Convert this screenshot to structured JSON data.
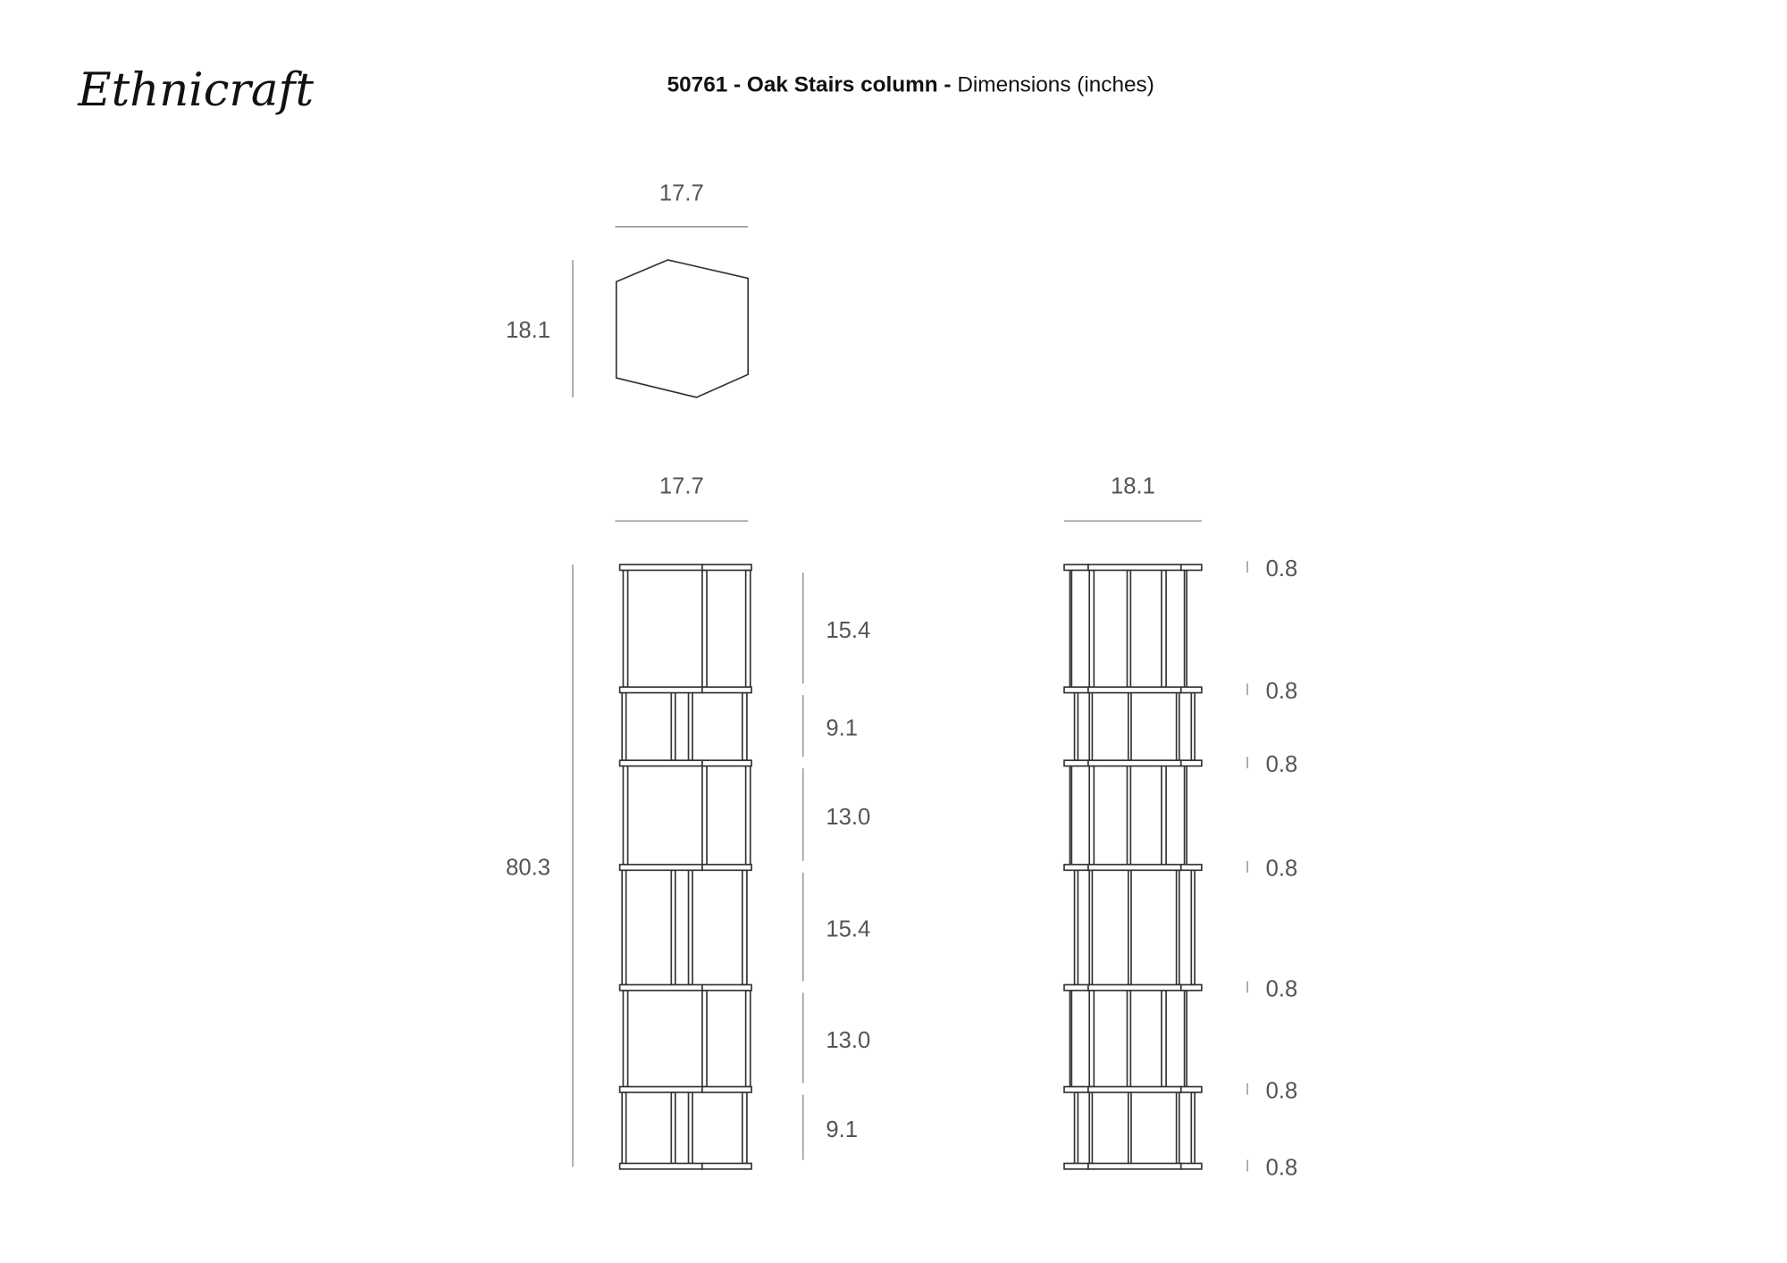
{
  "logo": {
    "brand": "Ethnicraft"
  },
  "header": {
    "title_bold": "50761 - Oak Stairs column -",
    "title_regular": " Dimensions (inches)"
  },
  "top_view": {
    "width": "17.7",
    "depth": "18.1"
  },
  "front_view": {
    "width": "17.7",
    "height": "80.3",
    "sections": [
      "15.4",
      "9.1",
      "13.0",
      "15.4",
      "13.0",
      "9.1"
    ]
  },
  "side_view": {
    "width": "18.1",
    "shelf_thickness": [
      "0.8",
      "0.8",
      "0.8",
      "0.8",
      "0.8",
      "0.8",
      "0.8"
    ]
  }
}
